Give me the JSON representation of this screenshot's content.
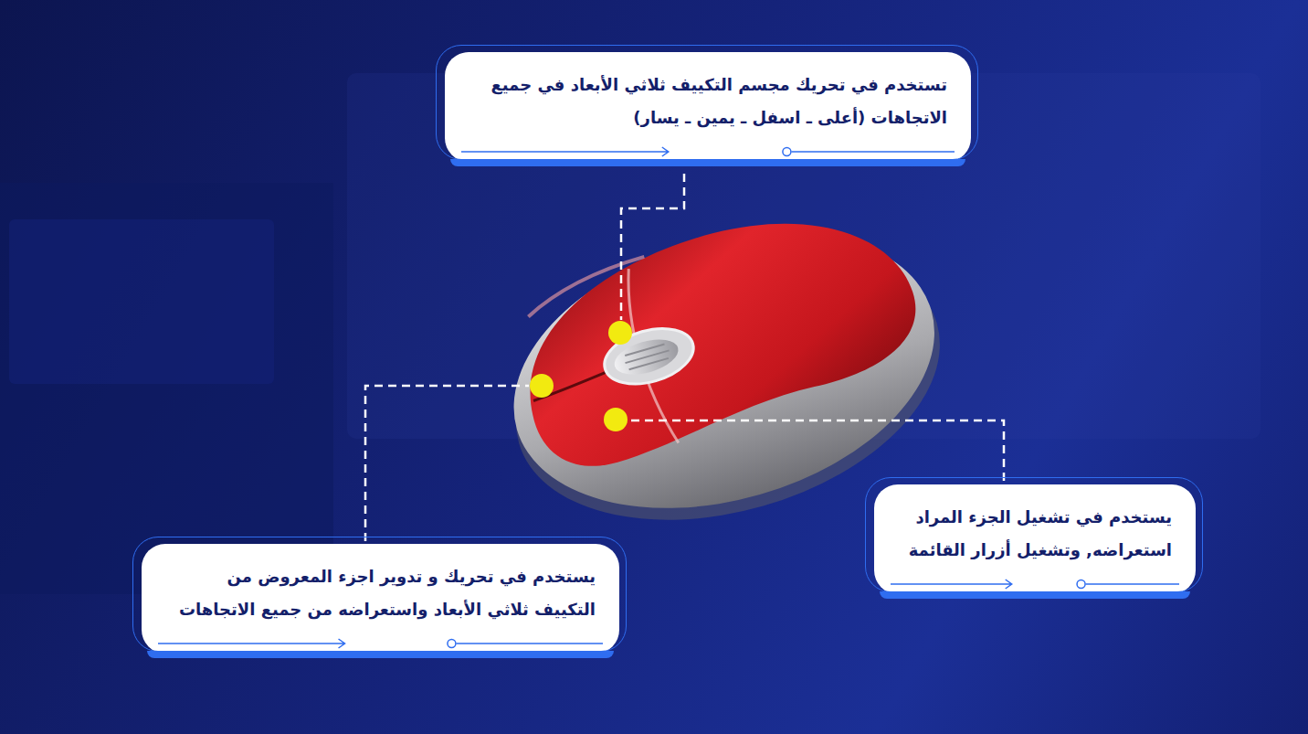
{
  "diagram": {
    "nodes": [
      {
        "text": [
          "تستخدم في تحريك مجسم التكييف ثلاثي الأبعاد في جميع الاتجاهات (أعلى ـ اسفل ـ يمين ـ يسار)"
        ]
      },
      {
        "text": [
          "يستخدم في تشغيل الجزء المراد استعراضه, وتشغيل أزرار القائمة"
        ]
      },
      {
        "text": [
          "يستخدم في تحريك و تدوير اجزء المعروض من التكييف ثلاثي الأبعاد واستعراضه من جميع الاتجاهات"
        ]
      }
    ]
  }
}
